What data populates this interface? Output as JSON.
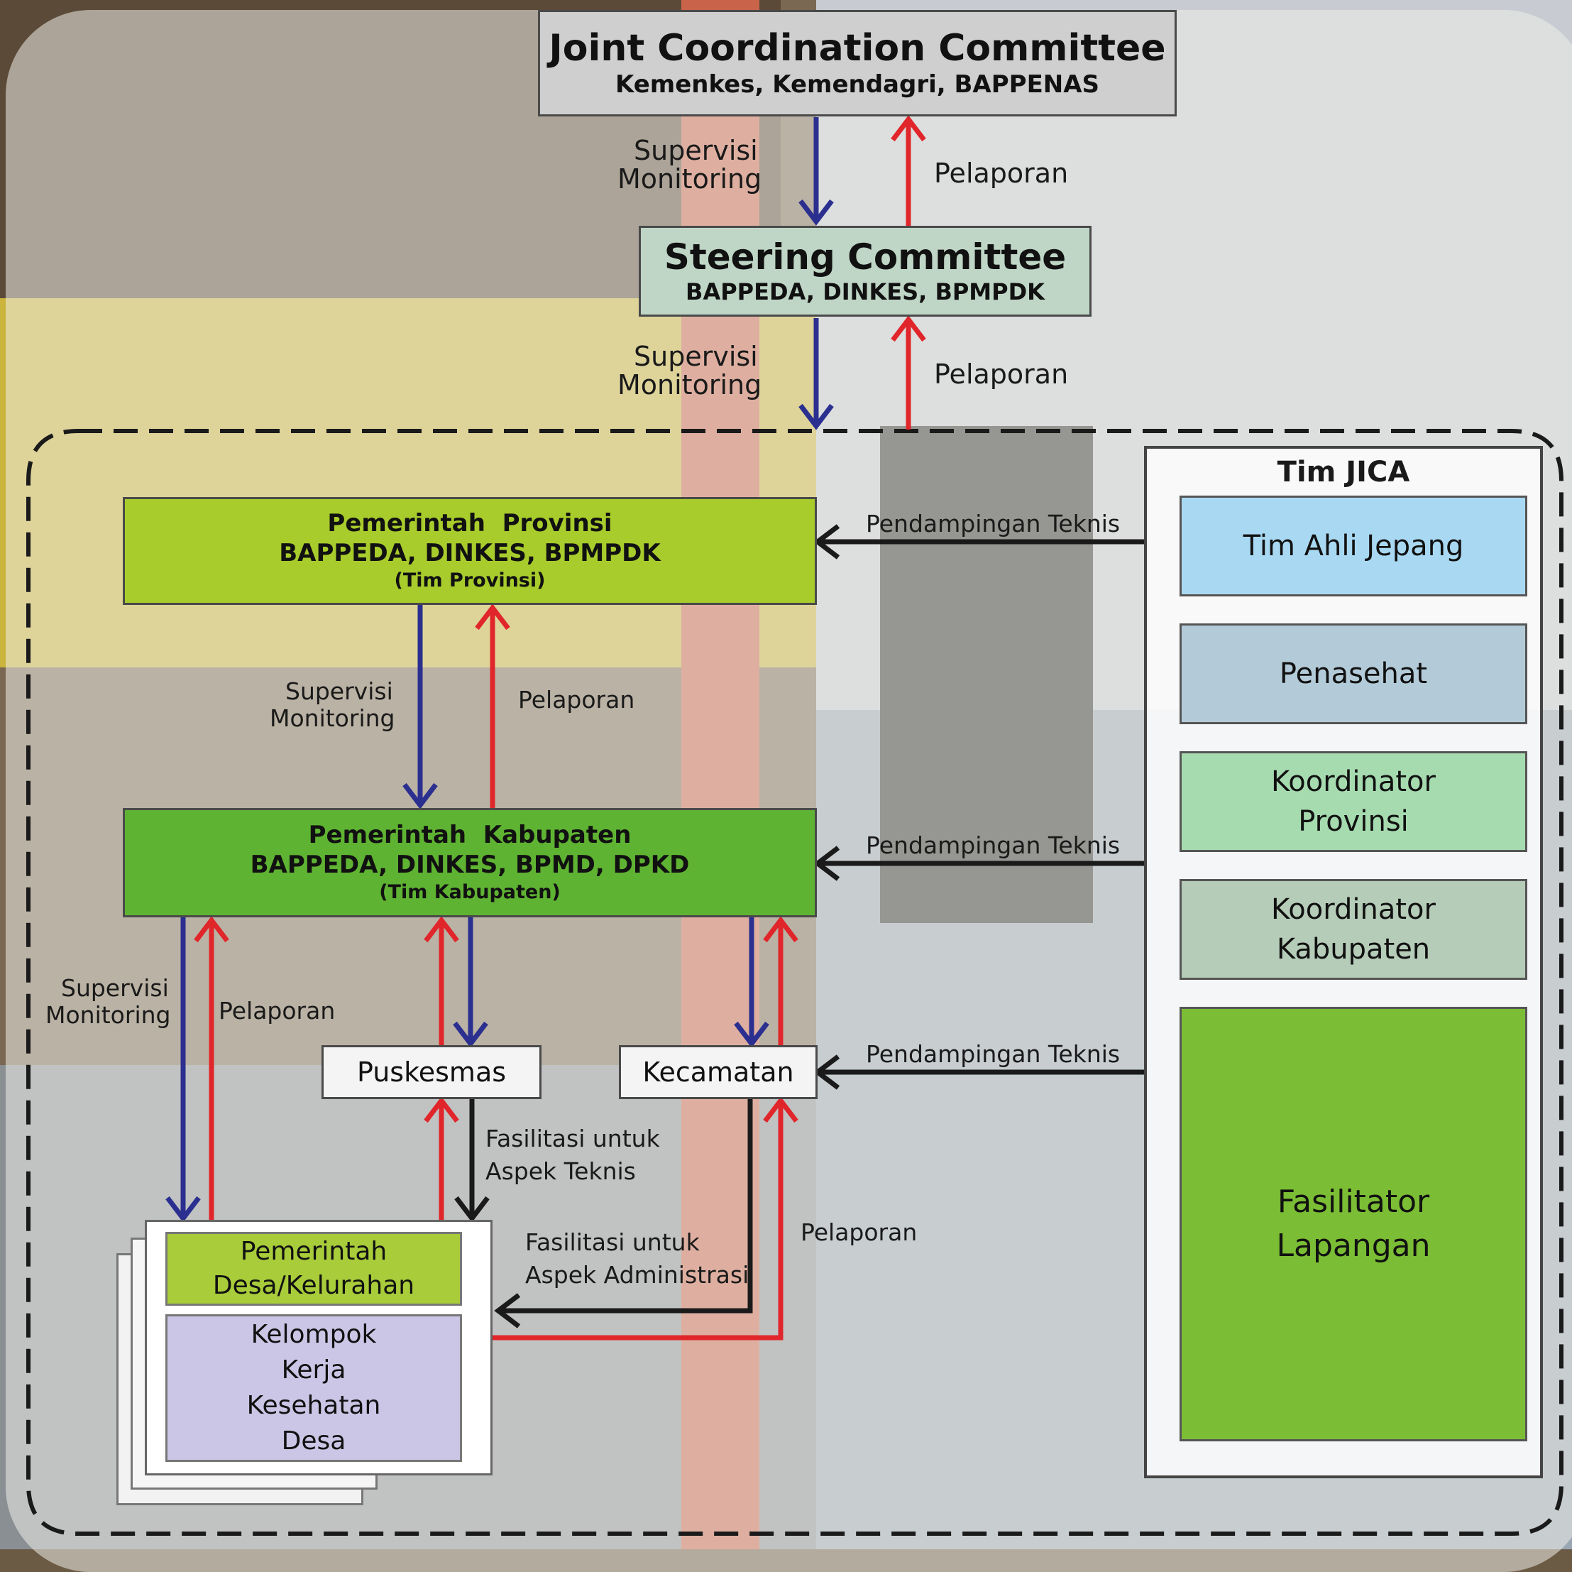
{
  "joint_committee": {
    "title": "Joint Coordination Committee",
    "members": "Kemenkes, Kemendagri, BAPPENAS"
  },
  "steering_committee": {
    "title": "Steering Committee",
    "members": "BAPPEDA, DINKES, BPMPDK"
  },
  "provinsi": {
    "title": "Pemerintah  Provinsi",
    "members": "BAPPEDA, DINKES, BPMPDK",
    "team": "(Tim Provinsi)"
  },
  "kabupaten": {
    "title": "Pemerintah  Kabupaten",
    "members": "BAPPEDA, DINKES, BPMD, DPKD",
    "team": "(Tim Kabupaten)"
  },
  "puskesmas": "Puskesmas",
  "kecamatan": "Kecamatan",
  "desa": {
    "line1": "Pemerintah",
    "line2": "Desa/Kelurahan"
  },
  "pokja": {
    "line1": "Kelompok",
    "line2": "Kerja",
    "line3": "Kesehatan",
    "line4": "Desa"
  },
  "jica": {
    "title": "Tim JICA",
    "ahli": "Tim Ahli Jepang",
    "penasehat": "Penasehat",
    "koord_prov": {
      "line1": "Koordinator",
      "line2": "Provinsi"
    },
    "koord_kab": {
      "line1": "Koordinator",
      "line2": "Kabupaten"
    },
    "fasilitator": {
      "line1": "Fasilitator",
      "line2": "Lapangan"
    }
  },
  "labels": {
    "supervisi": "Supervisi",
    "monitoring": "Monitoring",
    "pelaporan": "Pelaporan",
    "pendampingan": "Pendampingan Teknis",
    "fasilitasi_untuk": "Fasilitasi untuk",
    "aspek_teknis": "Aspek Teknis",
    "aspek_admin": "Aspek Administrasi"
  },
  "colors": {
    "supervisi_arrow": "#2b2f8f",
    "pelaporan_arrow": "#e0262b",
    "pendampingan_arrow": "#1a1a1a",
    "provinsi_fill": "#a8cc2c",
    "kabupaten_fill": "#5fb332",
    "desa_fill": "#a8cc3a",
    "pokja_fill": "#cbc6e6",
    "ahli_fill": "#a9d9f2",
    "penasehat_fill": "#b3cbd8",
    "koord_prov_fill": "#a6dbb0",
    "koord_kab_fill": "#b5ccb8",
    "fasilitator_fill": "#7bbd34"
  }
}
